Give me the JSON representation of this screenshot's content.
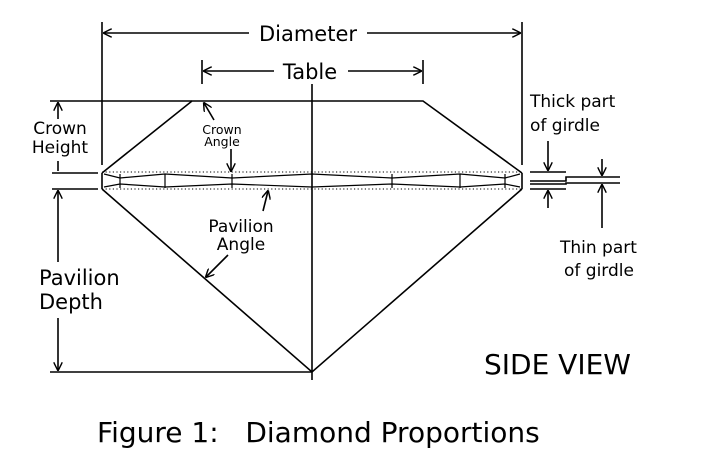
{
  "labels": {
    "diameter": "Diameter",
    "table": "Table",
    "crown_height_1": "Crown",
    "crown_height_2": "Height",
    "crown_angle_1": "Crown",
    "crown_angle_2": "Angle",
    "thick_girdle_1": "Thick part",
    "thick_girdle_2": "of girdle",
    "pavilion_angle_1": "Pavilion",
    "pavilion_angle_2": "Angle",
    "thin_girdle_1": "Thin part",
    "thin_girdle_2": "of girdle",
    "pavilion_depth_1": "Pavilion",
    "pavilion_depth_2": "Depth",
    "side_view": "SIDE VIEW"
  },
  "caption": "Figure 1:   Diamond Proportions"
}
